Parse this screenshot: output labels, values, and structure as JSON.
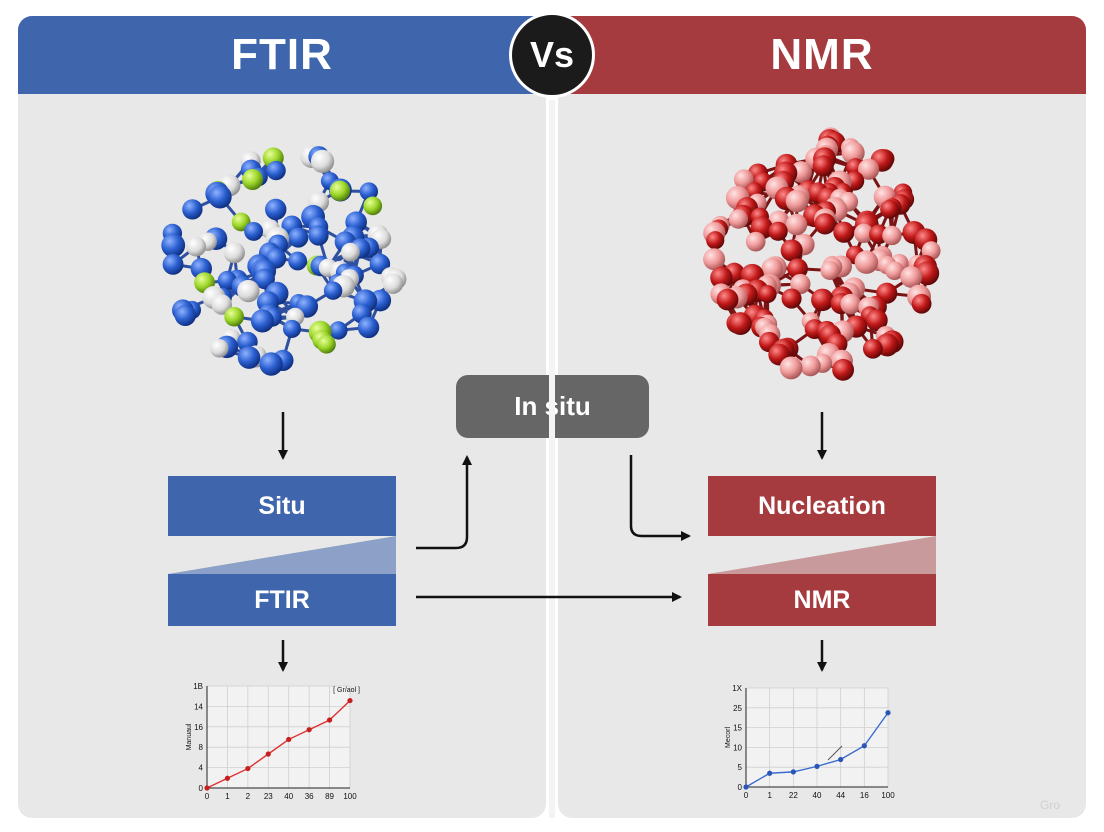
{
  "header": {
    "left_title": "FTIR",
    "vs_label": "Vs",
    "right_title": "NMR"
  },
  "center": {
    "in_situ_label": "In situ"
  },
  "left_flow": {
    "top_box": "Situ",
    "bottom_box": "FTIR"
  },
  "right_flow": {
    "top_box": "Nucleation",
    "bottom_box": "NMR"
  },
  "colors": {
    "ftir_blue": "#3f65ad",
    "nmr_red": "#a53b3e",
    "panel_gray": "#e8e8e8",
    "center_box": "#666666",
    "left_line": "#e03030",
    "right_line": "#3a6bd0"
  },
  "chart_data": [
    {
      "type": "line",
      "x_tick_labels": [
        "0",
        "1",
        "2",
        "23",
        "40",
        "36",
        "89",
        "100"
      ],
      "y_tick_labels": [
        "0",
        "4",
        "8",
        "16",
        "14",
        "1B"
      ],
      "ylabel": "Manuaul",
      "legend": "[ Gr/aol ]",
      "series": [
        {
          "values": [
            0,
            2,
            4,
            7,
            10,
            12,
            14,
            18
          ]
        }
      ],
      "ylim": [
        0,
        21
      ],
      "grid": true
    },
    {
      "type": "line",
      "x_tick_labels": [
        "0",
        "1",
        "22",
        "40",
        "44",
        "16",
        "100"
      ],
      "y_tick_labels": [
        "0",
        "5",
        "10",
        "15",
        "25",
        "1X"
      ],
      "ylabel": "Mecorl",
      "series": [
        {
          "values": [
            0,
            5,
            5.5,
            7.5,
            10,
            15,
            27
          ]
        }
      ],
      "ylim": [
        0,
        36
      ],
      "grid": true
    }
  ],
  "watermark": "Gro"
}
